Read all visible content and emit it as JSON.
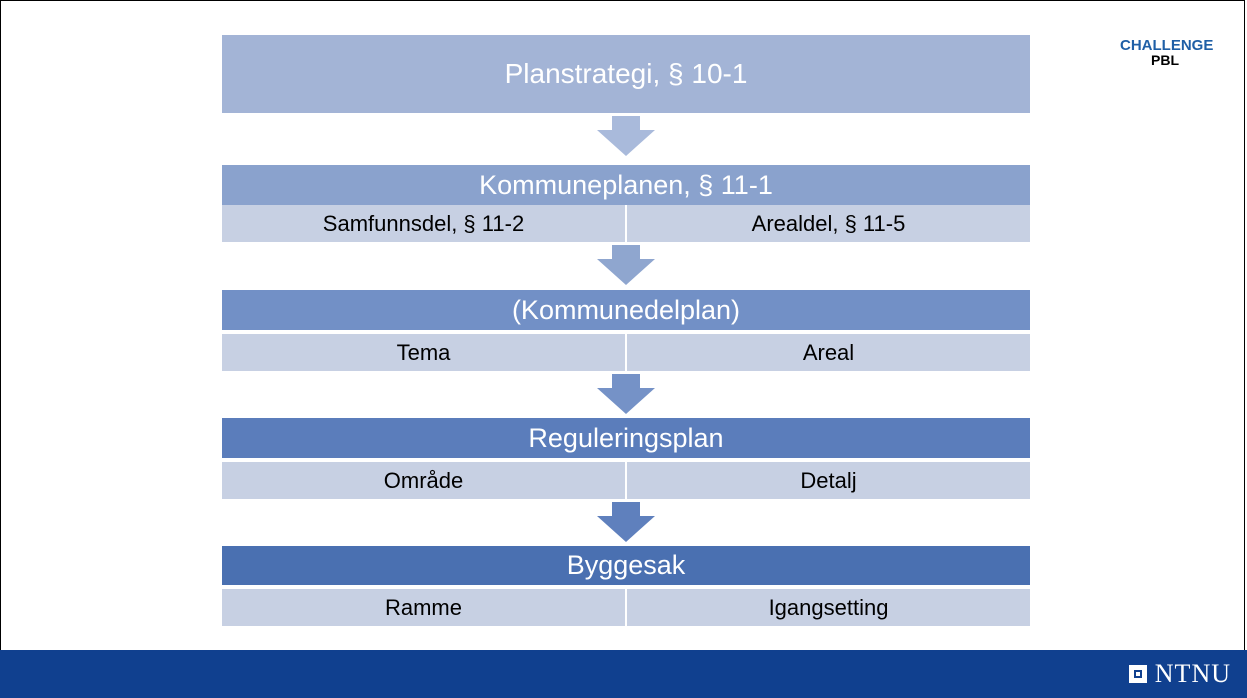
{
  "badge": {
    "line1": "CHALLENGE",
    "line2": "PBL"
  },
  "footer": {
    "logo_text": "NTNU"
  },
  "diagram": {
    "planstrategi": "Planstrategi, § 10-1",
    "kommuneplan": {
      "title": "Kommuneplanen, § 11-1",
      "left": "Samfunnsdel, § 11-2",
      "right": "Arealdel, § 11-5"
    },
    "kommunedelplan": {
      "title": "(Kommunedelplan)",
      "left": "Tema",
      "right": "Areal"
    },
    "regulering": {
      "title": "Reguleringsplan",
      "left": "Område",
      "right": "Detalj"
    },
    "byggesak": {
      "title": "Byggesak",
      "left": "Ramme",
      "right": "Igangsetting"
    }
  },
  "colors": {
    "level1": "#a3b4d6",
    "level2": "#8aa2cd",
    "level3": "#7290c6",
    "level4": "#5b7dbb",
    "level5": "#4a70b1",
    "sub": "#c7d0e3",
    "footer": "#10408f"
  }
}
